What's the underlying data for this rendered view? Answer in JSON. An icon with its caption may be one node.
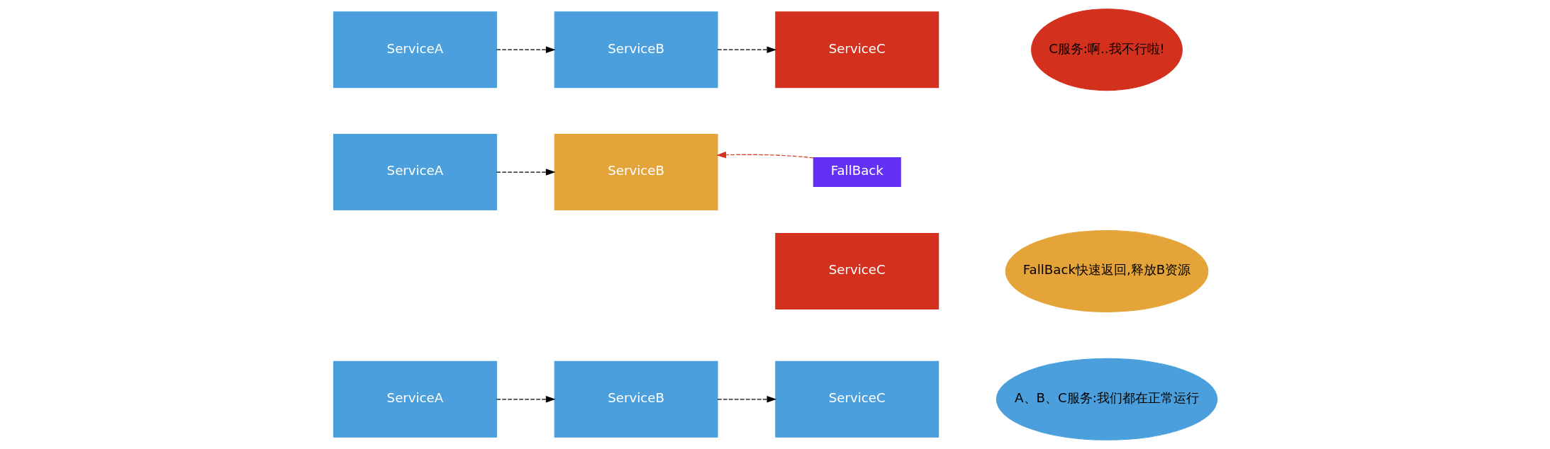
{
  "diagram": {
    "nodes": [
      {
        "text": [
          "ServiceA"
        ]
      },
      {
        "text": [
          "ServiceB"
        ]
      },
      {
        "text": [
          "ServiceC"
        ]
      },
      {
        "text": [
          "C服务:啊..我不行啦!"
        ]
      },
      {
        "text": [
          "ServiceA"
        ]
      },
      {
        "text": [
          "ServiceB"
        ]
      },
      {
        "text": [
          "ServiceC"
        ]
      },
      {
        "text": [
          "FallBack"
        ]
      },
      {
        "text": [
          "FallBack快速返回,释放B资源"
        ]
      },
      {
        "text": [
          "ServiceA"
        ]
      },
      {
        "text": [
          "ServiceB"
        ]
      },
      {
        "text": [
          "ServiceC"
        ]
      },
      {
        "text": [
          "A、B、C服务:我们都在正常运行"
        ]
      }
    ],
    "edges": [
      {
        "from": 0,
        "to": 1,
        "arrow": "to",
        "style": "dashed"
      },
      {
        "from": 1,
        "to": 2,
        "arrow": "to",
        "style": "dashed"
      },
      {
        "from": 4,
        "to": 5,
        "arrow": "to",
        "style": "dashed"
      },
      {
        "from": 7,
        "to": 5,
        "arrow": "to",
        "style": "dashed",
        "color": "#d3301e"
      },
      {
        "from": 9,
        "to": 10,
        "arrow": "to",
        "style": "dashed"
      },
      {
        "from": 10,
        "to": 11,
        "arrow": "to",
        "style": "dashed"
      }
    ]
  }
}
